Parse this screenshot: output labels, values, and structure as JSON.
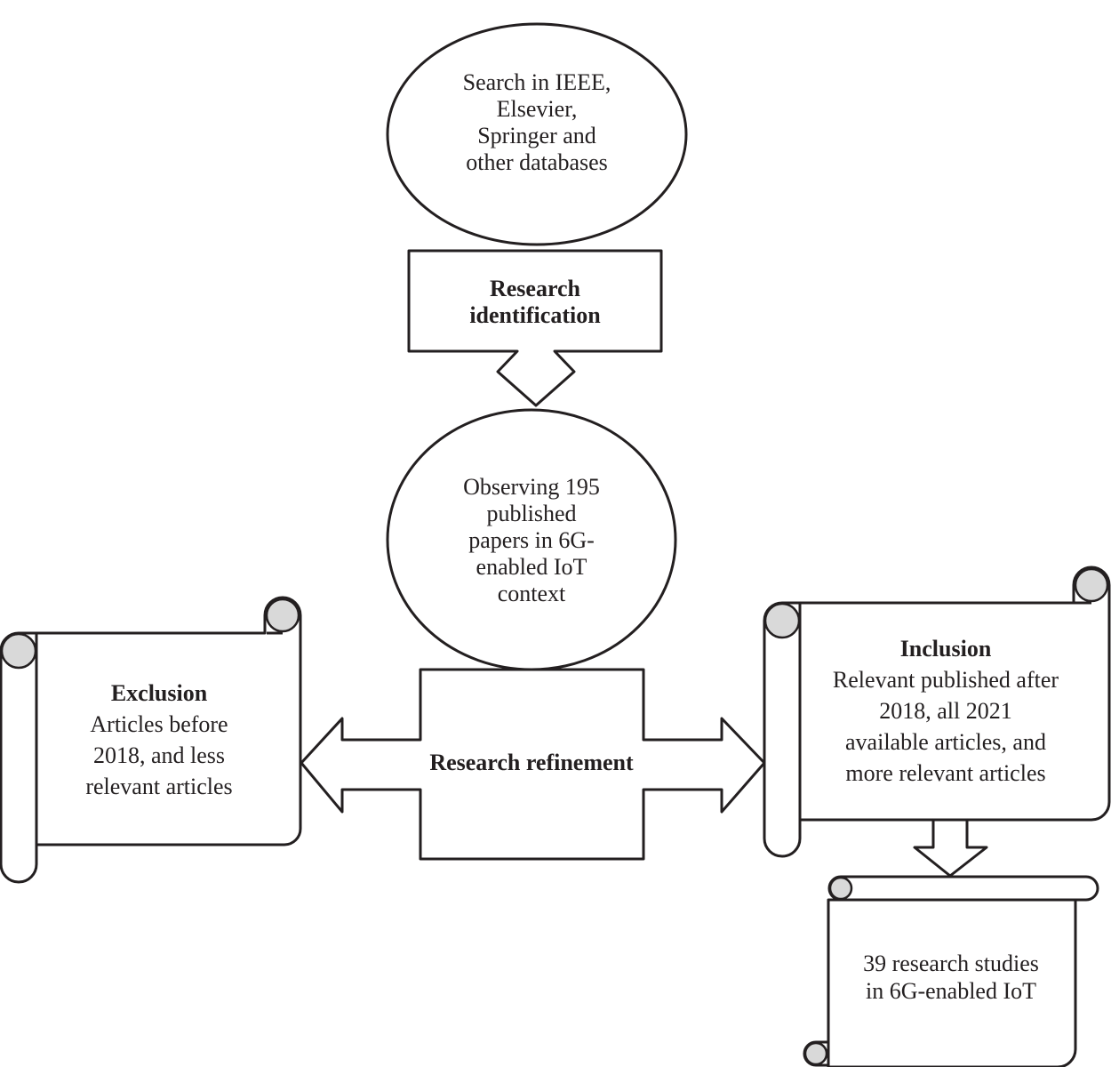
{
  "colors": {
    "stroke": "#231f20",
    "fill": "#ffffff",
    "scroll_curl": "#d9d9d9"
  },
  "search": {
    "lines": [
      "Search in IEEE,",
      "Elsevier,",
      "Springer and",
      "other databases"
    ]
  },
  "identification": {
    "lines": [
      "Research",
      "identification"
    ]
  },
  "observing": {
    "lines": [
      "Observing 195",
      "published",
      "papers in 6G-",
      "enabled IoT",
      "context"
    ]
  },
  "refinement": {
    "label": "Research refinement"
  },
  "exclusion": {
    "title": "Exclusion",
    "lines": [
      "Articles before",
      "2018, and less",
      "relevant articles"
    ]
  },
  "inclusion": {
    "title": "Inclusion",
    "lines": [
      "Relevant published after",
      "2018, all 2021",
      "available articles, and",
      "more relevant articles"
    ]
  },
  "result": {
    "lines": [
      "39 research studies",
      "in 6G-enabled IoT"
    ]
  }
}
